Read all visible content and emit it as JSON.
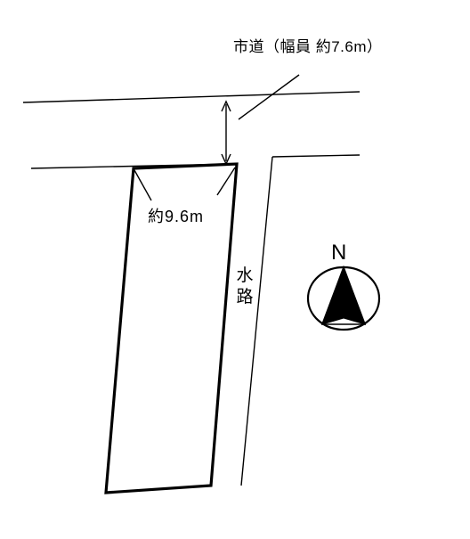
{
  "road": {
    "label": "市道（幅員 約7.6m）"
  },
  "lot": {
    "frontage_label": "約9.6m"
  },
  "waterway": {
    "label_line1": "水",
    "label_line2": "路"
  },
  "compass": {
    "north_label": "N"
  }
}
